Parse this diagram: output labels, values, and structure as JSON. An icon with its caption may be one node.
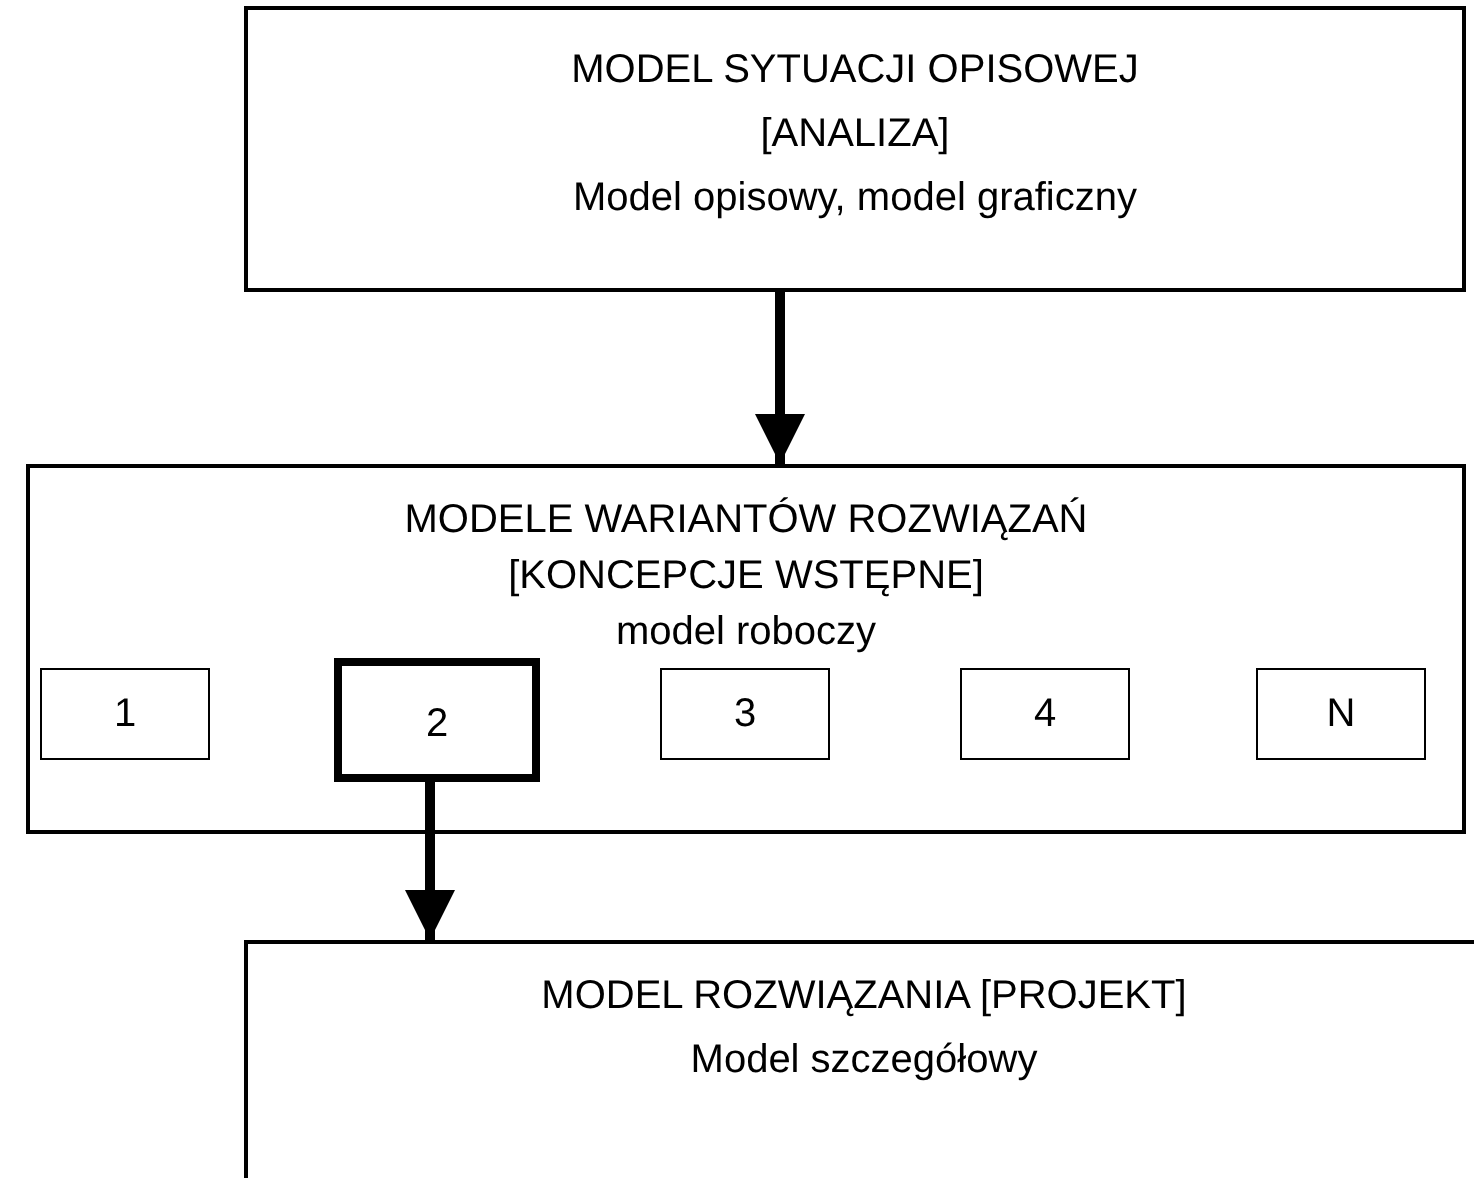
{
  "diagram": {
    "nodes": [
      {
        "text": [
          "MODEL SYTUACJI OPISOWEJ",
          "[ANALIZA]",
          "Model opisowy, model graficzny"
        ]
      },
      {
        "text": [
          "MODELE WARIANTÓW ROZWIĄZAŃ",
          "[KONCEPCJE WSTĘPNE]",
          "model roboczy"
        ]
      },
      {
        "text": [
          "1"
        ],
        "in": 1
      },
      {
        "text": [
          "2"
        ],
        "in": 1
      },
      {
        "text": [
          "3"
        ],
        "in": 1
      },
      {
        "text": [
          "4"
        ],
        "in": 1
      },
      {
        "text": [
          "N"
        ],
        "in": 1
      },
      {
        "text": [
          "MODEL ROZWIĄZANIA [PROJEKT]",
          "Model szczegółowy"
        ]
      }
    ],
    "edges": [
      {
        "from": 0,
        "to": 1,
        "arrow": "to"
      },
      {
        "from": 3,
        "to": 7,
        "arrow": "to"
      }
    ]
  }
}
